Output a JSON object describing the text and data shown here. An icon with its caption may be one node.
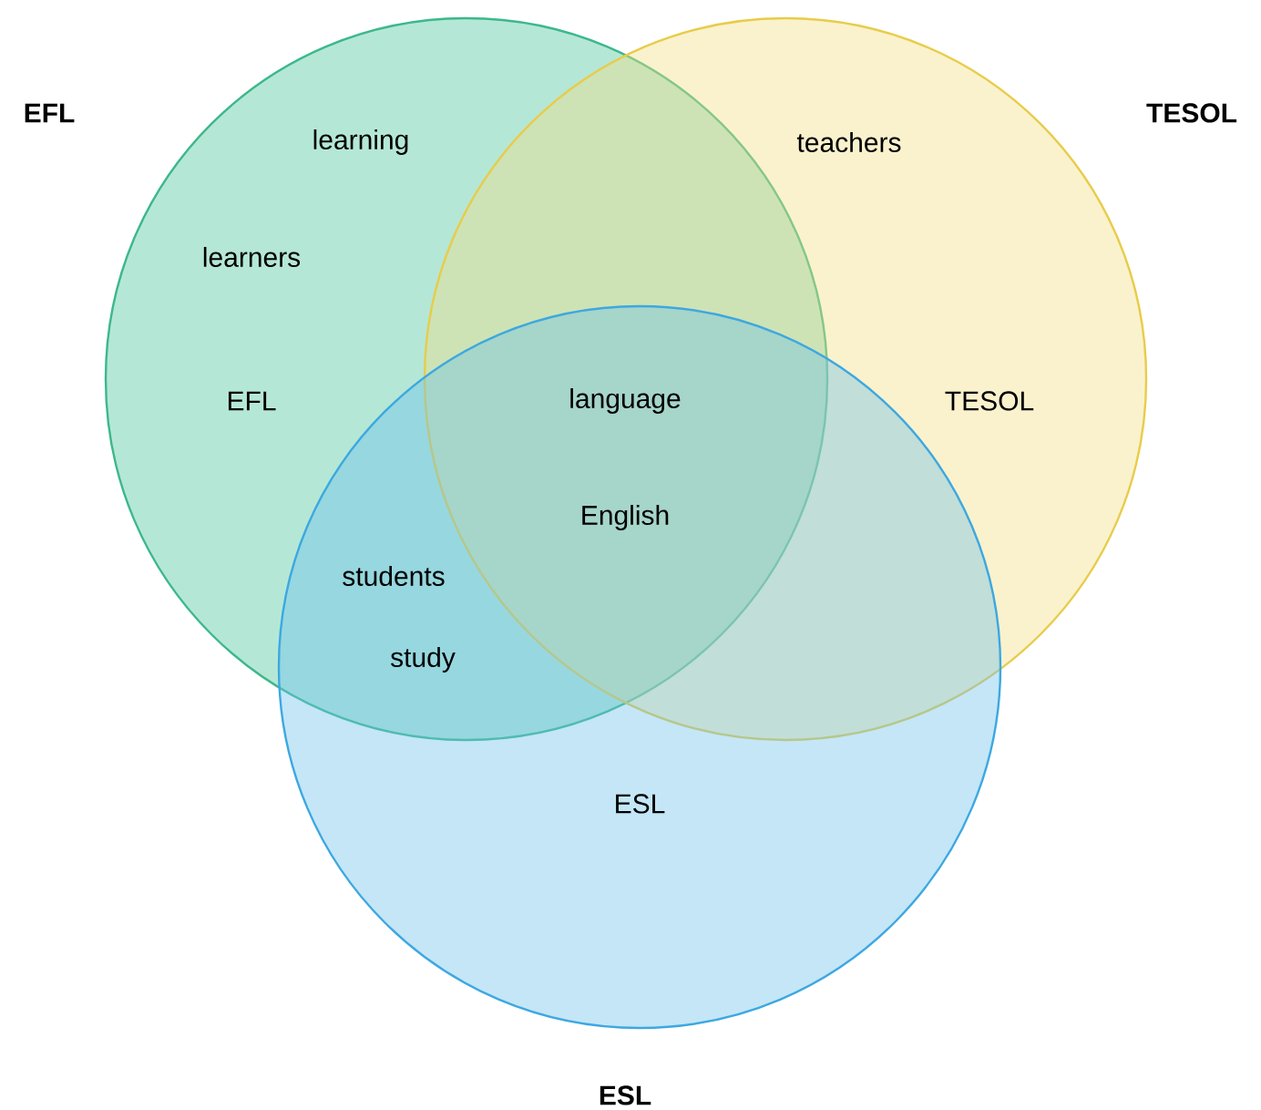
{
  "diagram": {
    "nodes": [
      {
        "text": [
          "EFL",
          "learning",
          "learners",
          "EFL"
        ]
      },
      {
        "text": [
          "TESOL",
          "teachers",
          "TESOL"
        ]
      },
      {
        "text": [
          "ESL",
          "ESL"
        ]
      }
    ],
    "labels": [
      "language",
      "English",
      "students",
      "study"
    ]
  }
}
